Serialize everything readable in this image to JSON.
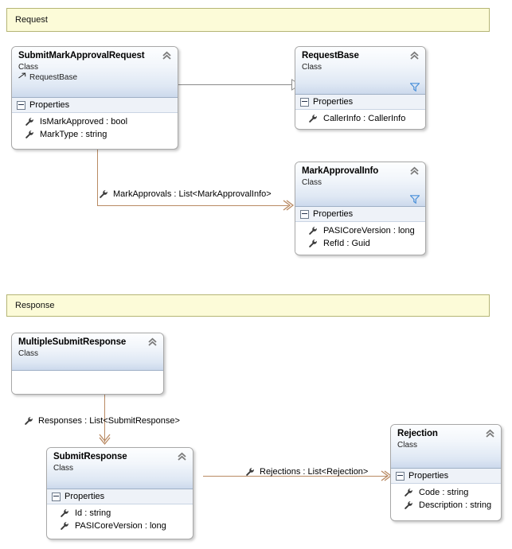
{
  "diagram": {
    "type": "uml-class-diagram",
    "background": "#ffffff",
    "accent_header": "#ccd9ec",
    "accent_banner": "#fcfbd8",
    "accent_association": "#b98a63",
    "accent_inheritance": "#8a8a8a"
  },
  "banners": [
    {
      "label": "Request"
    },
    {
      "label": "Response"
    }
  ],
  "classes": [
    {
      "name": "SubmitMarkApprovalRequest",
      "stereotype": "Class",
      "base": "RequestBase",
      "compartment": "Properties",
      "members": [
        "IsMarkApproved : bool",
        "MarkType : string"
      ],
      "has_funnel": false
    },
    {
      "name": "RequestBase",
      "stereotype": "Class",
      "base": "",
      "compartment": "Properties",
      "members": [
        "CallerInfo : CallerInfo"
      ],
      "has_funnel": true
    },
    {
      "name": "MarkApprovalInfo",
      "stereotype": "Class",
      "base": "",
      "compartment": "Properties",
      "members": [
        "PASICoreVersion : long",
        "RefId : Guid"
      ],
      "has_funnel": true
    },
    {
      "name": "MultipleSubmitResponse",
      "stereotype": "Class",
      "base": "",
      "compartment": "",
      "members": [],
      "has_funnel": false
    },
    {
      "name": "SubmitResponse",
      "stereotype": "Class",
      "base": "",
      "compartment": "Properties",
      "members": [
        "Id : string",
        "PASICoreVersion : long"
      ],
      "has_funnel": false
    },
    {
      "name": "Rejection",
      "stereotype": "Class",
      "base": "",
      "compartment": "Properties",
      "members": [
        "Code : string",
        "Description : string"
      ],
      "has_funnel": false
    }
  ],
  "associations": [
    {
      "label": "MarkApprovals : List<MarkApprovalInfo>"
    },
    {
      "label": "Responses : List<SubmitResponse>"
    },
    {
      "label": "Rejections : List<Rejection>"
    }
  ]
}
